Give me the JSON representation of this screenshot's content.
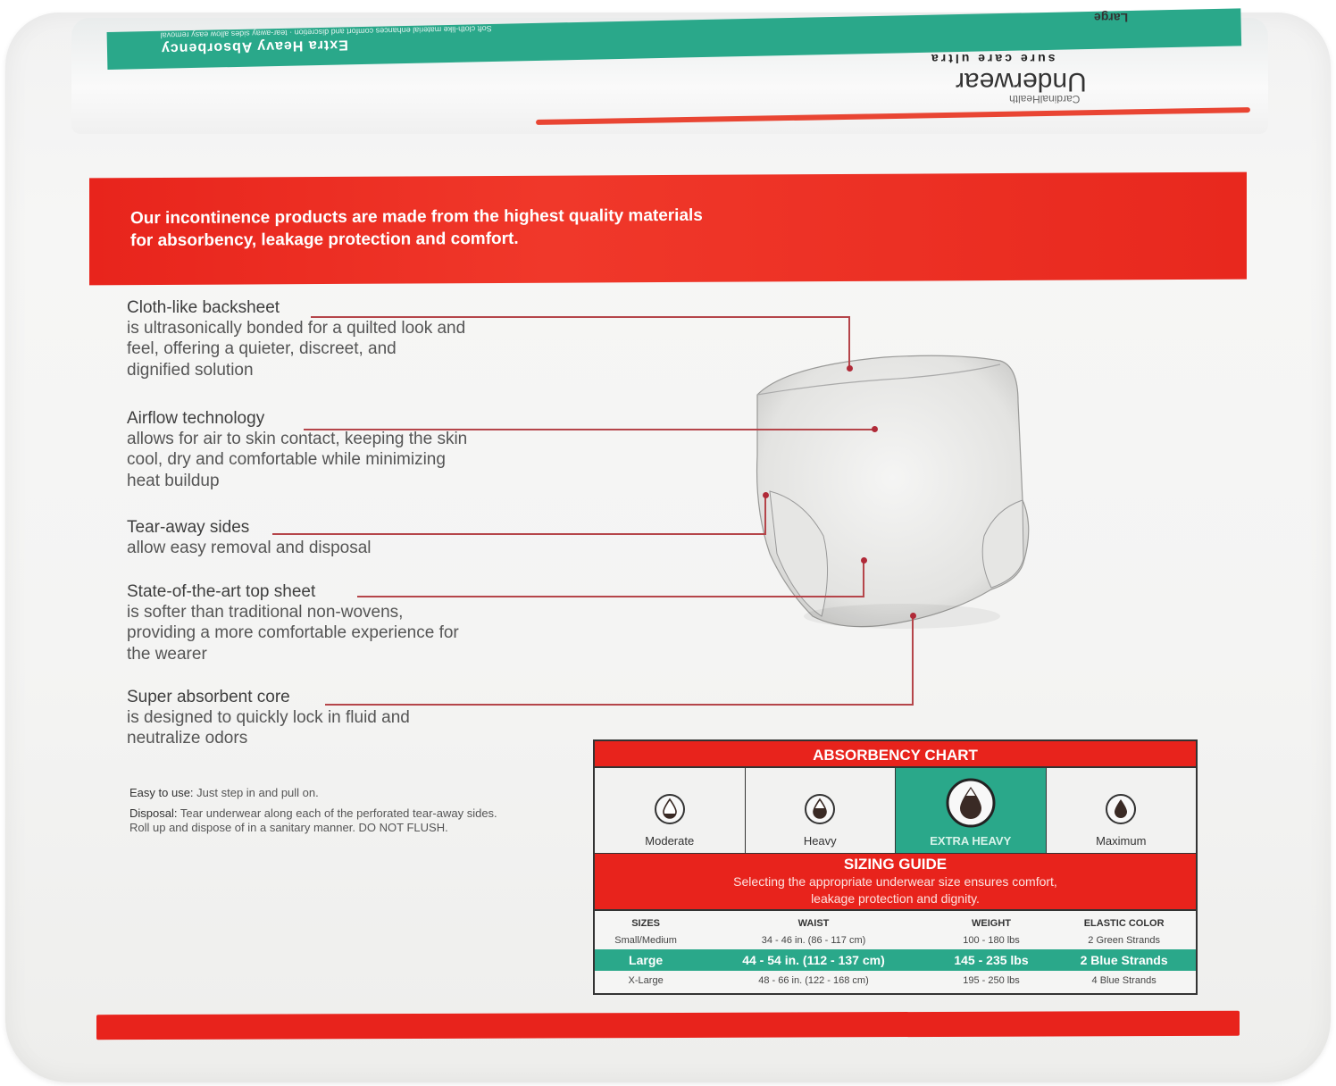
{
  "package_top": {
    "size_label": "Large",
    "green_band_title": "Extra Heavy Absorbency",
    "green_band_subtitle": "Soft cloth-like material enhances comfort and discretion · tear-away sides allow easy removal",
    "product_line": "sure care ultra",
    "product_name": "Underwear",
    "brand": "CardinalHealth"
  },
  "banner": {
    "text": "Our incontinence products are made from the highest quality materials\nfor absorbency, leakage protection and comfort."
  },
  "features": [
    {
      "title": "Cloth-like backsheet",
      "desc": "is ultrasonically bonded for a quilted look and\nfeel, offering a quieter, discreet, and\ndignified solution"
    },
    {
      "title": "Airflow technology",
      "desc": "allows for air to skin contact, keeping the skin\ncool, dry and comfortable while minimizing\nheat buildup"
    },
    {
      "title": "Tear-away sides",
      "desc": "allow easy removal and disposal"
    },
    {
      "title": "State-of-the-art top sheet",
      "desc": "is softer than traditional non-wovens,\nproviding a more comfortable experience for\nthe wearer"
    },
    {
      "title": "Super absorbent core",
      "desc": "is designed to quickly lock in fluid and\nneutralize odors"
    }
  ],
  "notes": {
    "easy_label": "Easy to use:",
    "easy_text": " Just step in and pull on.",
    "disposal_label": "Disposal:",
    "disposal_text": " Tear underwear along each of the perforated tear-away sides. Roll up and dispose  of in a sanitary manner. DO NOT FLUSH."
  },
  "absorbency_chart": {
    "title": "ABSORBENCY CHART",
    "levels": [
      {
        "label": "Moderate",
        "icon": "droplet-low-icon",
        "active": false
      },
      {
        "label": "Heavy",
        "icon": "droplet-medium-icon",
        "active": false
      },
      {
        "label": "EXTRA HEAVY",
        "icon": "droplet-high-icon",
        "active": true
      },
      {
        "label": "Maximum",
        "icon": "droplet-full-icon",
        "active": false
      }
    ]
  },
  "sizing_guide": {
    "title": "SIZING GUIDE",
    "subtitle": "Selecting the appropriate underwear size ensures comfort,\nleakage protection and dignity.",
    "columns": [
      "SIZES",
      "WAIST",
      "WEIGHT",
      "ELASTIC COLOR"
    ],
    "rows": [
      [
        "Small/Medium",
        "34 - 46 in. (86 - 117 cm)",
        "100 - 180 lbs",
        "2 Green Strands"
      ],
      [
        "Large",
        "44 - 54 in. (112 - 137 cm)",
        "145 - 235 lbs",
        "2 Blue Strands"
      ],
      [
        "X-Large",
        "48 - 66 in. (122 - 168 cm)",
        "195 - 250 lbs",
        "4 Blue Strands"
      ]
    ],
    "highlighted_row": 1
  },
  "colors": {
    "brand_red": "#e8231c",
    "accent_green": "#2aa88a",
    "leader_line": "#b5454a",
    "text_gray": "#4a4a4a"
  }
}
